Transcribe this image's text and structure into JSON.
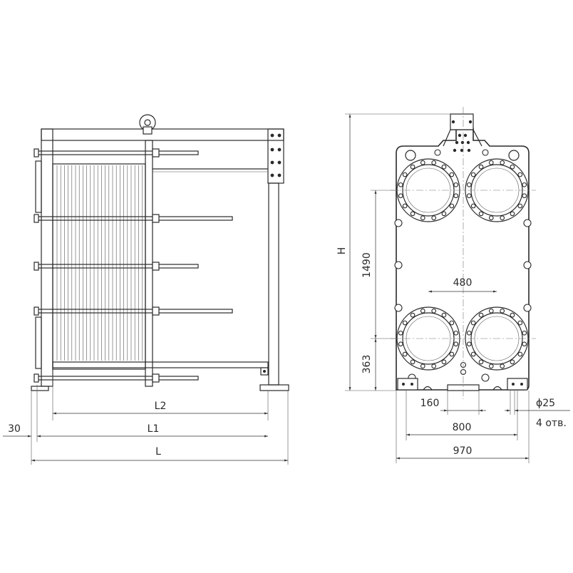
{
  "dimensions": {
    "H": "H",
    "d1490": "1490",
    "d480": "480",
    "d363": "363",
    "d160": "160",
    "d800": "800",
    "d970": "970",
    "hole_diameter": "ϕ25",
    "hole_count": "4 отв.",
    "L2": "L2",
    "L1": "L1",
    "L": "L",
    "d30": "30"
  },
  "colors": {
    "line": "#2a2a2a",
    "background": "#ffffff"
  }
}
